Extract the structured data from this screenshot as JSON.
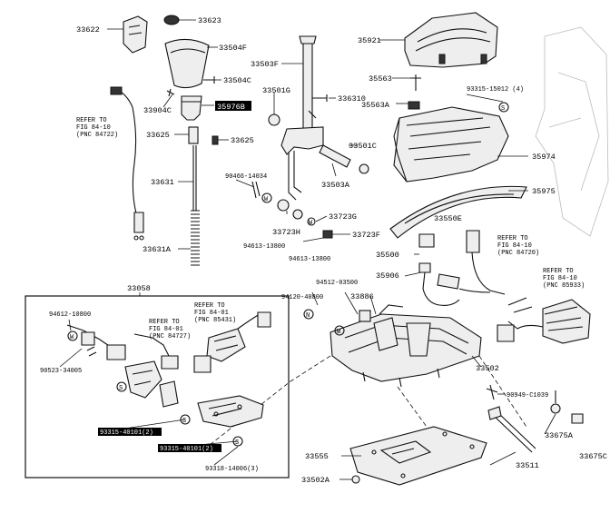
{
  "labels": {
    "l33622": "33622",
    "l33623": "33623",
    "l33504F": "33504F",
    "l33504C": "33504C",
    "l33904C": "33904C",
    "l35976": "35976B",
    "l33625a": "33625",
    "l33625b": "33625",
    "l33631": "33631",
    "l33631A": "33631A",
    "l33503F": "33503F",
    "l33501G": "33501G",
    "l33631D": "336310",
    "l33501C": "33501C",
    "l33503A": "33503A",
    "l90466": "90466-14034",
    "l33723H": "33723H",
    "l33723G": "33723G",
    "l33723F": "33723F",
    "l94613": "94613-13800",
    "l94613b": "94613-13800",
    "l35921": "35921",
    "l35563": "35563",
    "l93315": "93315-15012 (4)",
    "l35563A": "35563A",
    "l35974": "35974",
    "l35975": "35975",
    "l33550E": "33550E",
    "l35500": "35500",
    "l35906": "35906",
    "l94512": "94512-03500",
    "l94120": "94120-40800",
    "l33886": "33886",
    "l33502": "33502",
    "l90949": "90949-C1039",
    "l33675A": "33675A",
    "l33555": "33555",
    "l33511": "33511",
    "l33502A": "33502A",
    "l33675C": "33675C",
    "l33058": "33058",
    "l94612": "94612-10800",
    "l90523": "90523-34005",
    "l93315b": "93315-40101(2)",
    "l93315c": "93315-40101(2)",
    "l93318": "93318-14006(3)",
    "w": "W",
    "s": "S",
    "n": "N"
  },
  "refers": {
    "r1": [
      "REFER TO",
      "FIG 84-10",
      "(PNC 84722)"
    ],
    "r2": [
      "REFER TO",
      "FIG 84-10",
      "(PNC 84720)"
    ],
    "r3": [
      "REFER TO",
      "FIG 84-10",
      "(PNC 85933)"
    ],
    "r4": [
      "REFER TO",
      "FIG 84-01",
      "(PNC 85431)"
    ],
    "r5": [
      "REFER TO",
      "FIG 84-01",
      "(PNC 84727)"
    ]
  }
}
